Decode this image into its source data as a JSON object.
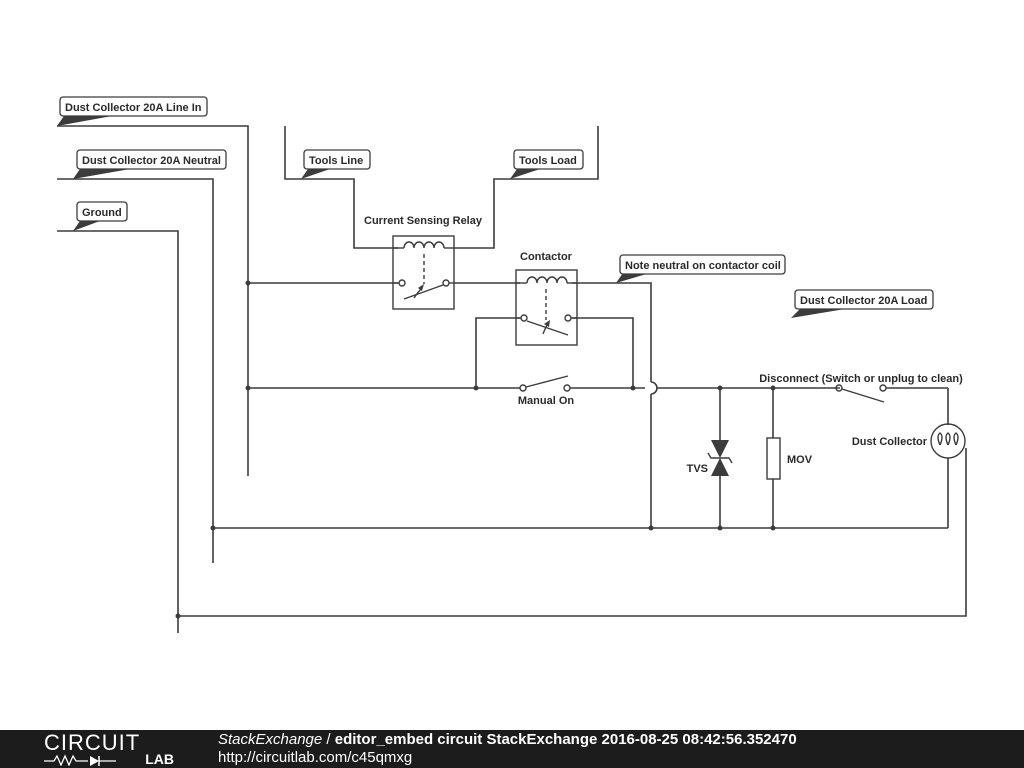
{
  "diagram": {
    "tags": {
      "dc_line_in": "Dust Collector 20A Line In",
      "dc_neutral": "Dust Collector 20A Neutral",
      "ground": "Ground",
      "tools_line": "Tools Line",
      "tools_load": "Tools Load",
      "note_neutral": "Note neutral on contactor coil",
      "dc_load": "Dust Collector 20A Load"
    },
    "labels": {
      "current_sensing_relay": "Current Sensing Relay",
      "contactor": "Contactor",
      "manual_on": "Manual On",
      "disconnect": "Disconnect (Switch or unplug to clean)",
      "tvs": "TVS",
      "mov": "MOV",
      "dust_collector": "Dust Collector"
    }
  },
  "footer": {
    "logo_top": "CIRCUIT",
    "logo_bottom": "LAB",
    "source": "StackExchange",
    "separator": " / ",
    "description": "editor_embed circuit StackExchange 2016-08-25 08:42:56.352470",
    "url": "http://circuitlab.com/c45qmxg"
  },
  "colors": {
    "wire": "#3c3c3c",
    "footer_bg": "#1c1c1c",
    "footer_text": "#ffffff"
  }
}
